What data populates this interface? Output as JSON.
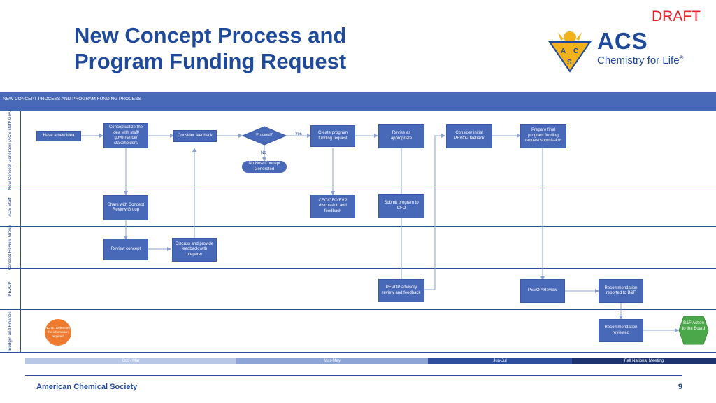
{
  "draft_label": "DRAFT",
  "title": "New Concept Process and Program Funding Request",
  "logo": {
    "acs": "ACS",
    "tagline": "Chemistry for Life",
    "reg": "®"
  },
  "diagram": {
    "header": "NEW CONCEPT PROCESS AND PROGRAM FUNDING PROCESS",
    "lanes": [
      "New Concept Generator (ACS staff/ Gov.)",
      "ACS Staff",
      "Concept Review Group",
      "PEVOP",
      "Budget and Finance"
    ],
    "nodes": {
      "have_idea": "Have a new idea",
      "conceptualize": "Conceptualize the idea with staff/ governance/ stakeholders",
      "consider_feedback": "Consider feedback",
      "proceed": "Proceed?",
      "create_request": "Create program funding request",
      "revise": "Revise as appropriate",
      "consider_initial": "Consider initial PEVOP feeback",
      "prepare_final": "Prepare final program funding request submission",
      "no_concept": "No New Concept Generated",
      "share_concept": "Share with Concept Review Group",
      "ceo_discussion": "CEO/CFO/EVP discussion and feedback",
      "submit_cfo": "Submit program to CFO",
      "review_concept": "Review concept",
      "discuss_feedback": "Discuss and provide feedback with preparer",
      "pevop_advisory": "PEVOP advisory review and feedback",
      "pevop_review": "PEVOP Review",
      "recommendation_reported": "Recommendation reported to B&F",
      "bf_circle": "NOTE: Determine the information required.",
      "recommendation_reviewed": "Recommendation reviewed",
      "bf_action": "B&F Action to the Board"
    },
    "edge_labels": {
      "yes": "Yes",
      "no": "No"
    }
  },
  "timeline": [
    {
      "label": "Oct - Mar",
      "color": "#b8c7e6"
    },
    {
      "label": "Mar-May",
      "color": "#8da5d6"
    },
    {
      "label": "Jun-Jul",
      "color": "#2d4f9e"
    },
    {
      "label": "Fall National Meeting",
      "color": "#1c3370"
    }
  ],
  "footer": {
    "org": "American Chemical Society",
    "page": "9"
  },
  "colors": {
    "box": "#4868b8",
    "accent_orange": "#ee7b30",
    "title_blue": "#1f4a9c",
    "draft_red": "#e8202a"
  }
}
